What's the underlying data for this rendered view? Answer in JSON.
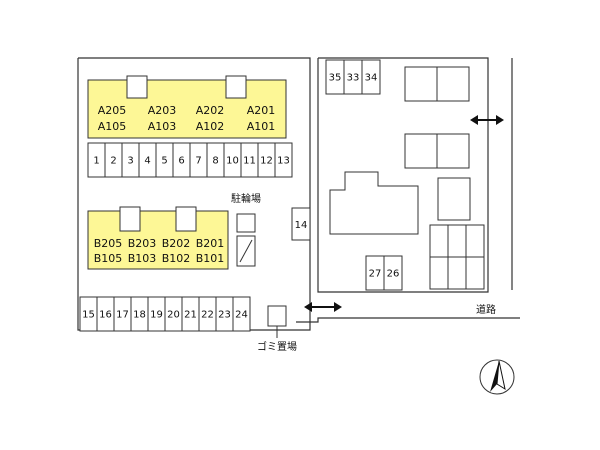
{
  "buildings": {
    "a": {
      "upper": [
        "A205",
        "A203",
        "A202",
        "A201"
      ],
      "lower": [
        "A105",
        "A103",
        "A102",
        "A101"
      ]
    },
    "b": {
      "upper": [
        "B205",
        "B203",
        "B202",
        "B201"
      ],
      "lower": [
        "B105",
        "B103",
        "B102",
        "B101"
      ]
    }
  },
  "parking_top": [
    "1",
    "2",
    "3",
    "4",
    "5",
    "6",
    "7",
    "8",
    "10",
    "11",
    "12",
    "13"
  ],
  "parking_bottom": [
    "15",
    "16",
    "17",
    "18",
    "19",
    "20",
    "21",
    "22",
    "23",
    "24"
  ],
  "parking_14": "14",
  "parking_right_top": [
    "35",
    "33",
    "34"
  ],
  "parking_right_mid": [
    "27",
    "26"
  ],
  "labels": {
    "bike_parking": "駐輪場",
    "garbage": "ゴミ置場",
    "road": "道路"
  },
  "colors": {
    "building_fill": "#fdf796",
    "line": "#333333"
  }
}
